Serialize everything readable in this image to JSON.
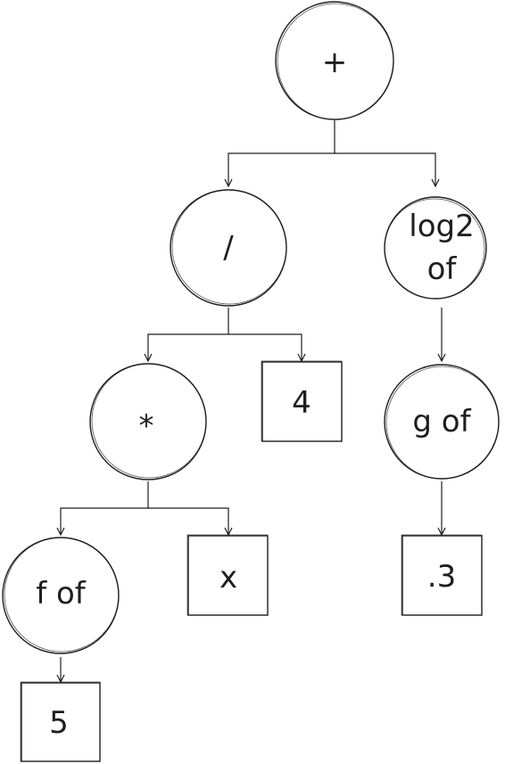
{
  "diagram": {
    "type": "expression-tree",
    "nodes": {
      "plus": "+",
      "divide": "/",
      "log2_line1": "log2",
      "log2_line2": "of",
      "multiply": "*",
      "four": "4",
      "g_of": "g of",
      "f_of": "f of",
      "x": "x",
      "point_three": ".3",
      "five": "5"
    }
  }
}
